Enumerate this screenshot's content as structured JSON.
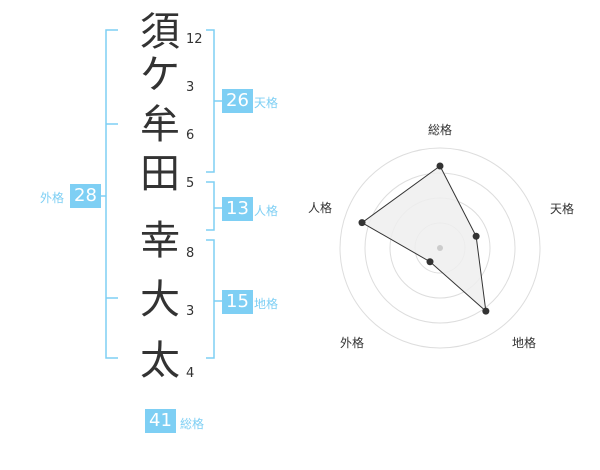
{
  "name": {
    "chars": [
      "須",
      "ケ",
      "牟",
      "田",
      "幸",
      "大",
      "太"
    ],
    "strokes": [
      "12",
      "3",
      "6",
      "5",
      "8",
      "3",
      "4"
    ]
  },
  "kakusu": {
    "tenkaku": {
      "value": "26",
      "label": "天格"
    },
    "jinkaku": {
      "value": "13",
      "label": "人格"
    },
    "chikaku": {
      "value": "15",
      "label": "地格"
    },
    "gaikaku": {
      "value": "28",
      "label": "外格"
    },
    "soukaku": {
      "value": "41",
      "label": "総格"
    }
  },
  "radar": {
    "axes": [
      "総格",
      "天格",
      "地格",
      "外格",
      "人格"
    ],
    "values": [
      0.82,
      0.38,
      0.78,
      0.17,
      0.82
    ],
    "colors": {
      "fill": "#efefef",
      "stroke": "#333333",
      "grid": "#dddddd",
      "accent": "#7ecff4"
    }
  }
}
